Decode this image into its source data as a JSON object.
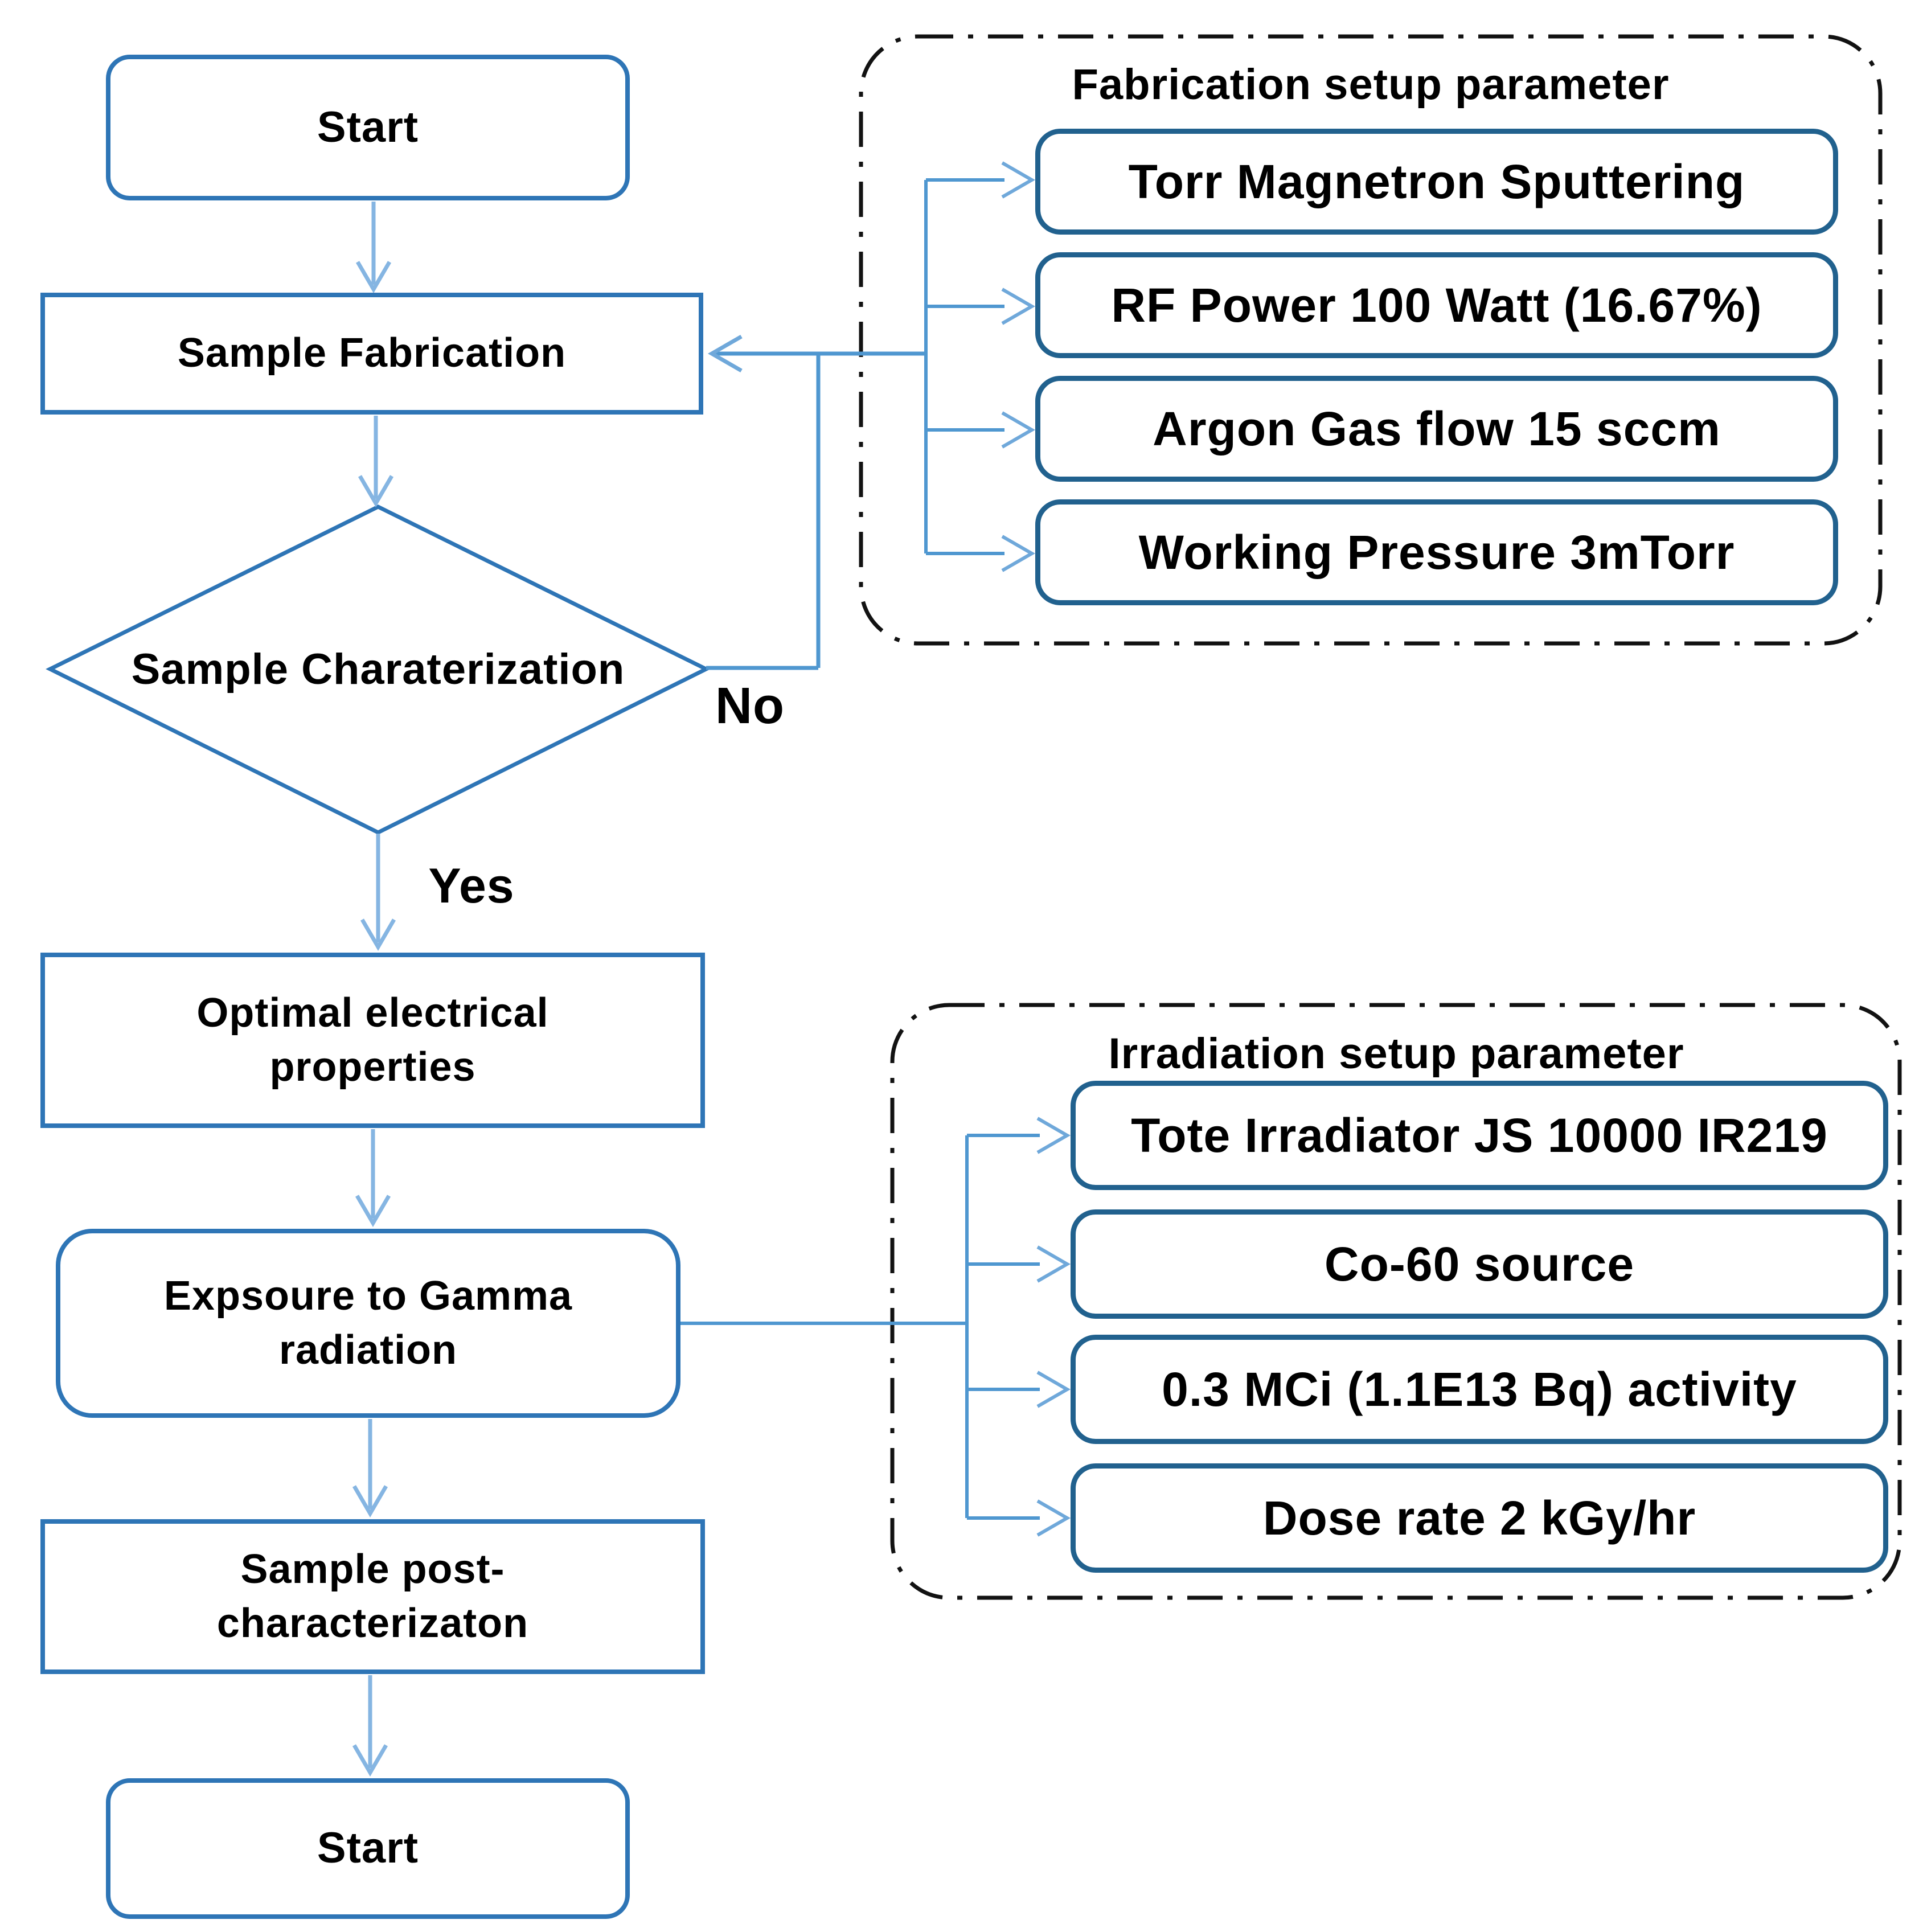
{
  "flowchart": {
    "nodes": {
      "start_top": {
        "label": "Start",
        "shape": "rounded-rectangle"
      },
      "sample_fabrication": {
        "label": "Sample Fabrication",
        "shape": "rectangle"
      },
      "decision": {
        "label": "Sample Charaterization",
        "shape": "diamond"
      },
      "optimal_properties": {
        "label": "Optimal electrical\nproperties",
        "shape": "rectangle"
      },
      "gamma_exposure": {
        "label": "Expsoure to Gamma\nradiation",
        "shape": "rounded-rectangle"
      },
      "post_characterization": {
        "label": "Sample post-\ncharacterizaton",
        "shape": "rectangle"
      },
      "start_bottom": {
        "label": "Start",
        "shape": "rounded-rectangle"
      }
    },
    "edge_labels": {
      "no": "No",
      "yes": "Yes"
    }
  },
  "fabrication_panel": {
    "title": "Fabrication setup parameter",
    "items": [
      "Torr Magnetron Sputtering",
      "RF Power 100 Watt (16.67%)",
      "Argon Gas flow 15 sccm",
      "Working Pressure 3mTorr"
    ]
  },
  "irradiation_panel": {
    "title": "Irradiation setup parameter",
    "items": [
      "Tote Irradiator JS 10000 IR219",
      "Co-60 source",
      "0.3 MCi (1.1E13 Bq) activity",
      "Dose rate 2 kGy/hr"
    ]
  },
  "colors": {
    "flow_box_border": "#2e75b6",
    "param_box_border": "#21618e",
    "connector_main": "#4f97d0",
    "connector_light": "#85b5e2",
    "arrowhead": "#6fa8da",
    "container_dash": "#121212",
    "text": "#000000",
    "background": "#ffffff"
  }
}
